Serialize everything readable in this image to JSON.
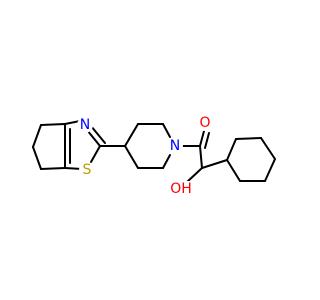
{
  "molecule": {
    "atoms": {
      "n_thiazole": {
        "label": "N",
        "color": "#0000ff"
      },
      "s_thiazole": {
        "label": "S",
        "color": "#b8a000"
      },
      "n_piperidine": {
        "label": "N",
        "color": "#0000ff"
      },
      "o_carbonyl": {
        "label": "O",
        "color": "#ff0000"
      },
      "o_hydroxyl": {
        "label": "OH",
        "color": "#ff0000"
      }
    },
    "bond_color": "#000000"
  }
}
